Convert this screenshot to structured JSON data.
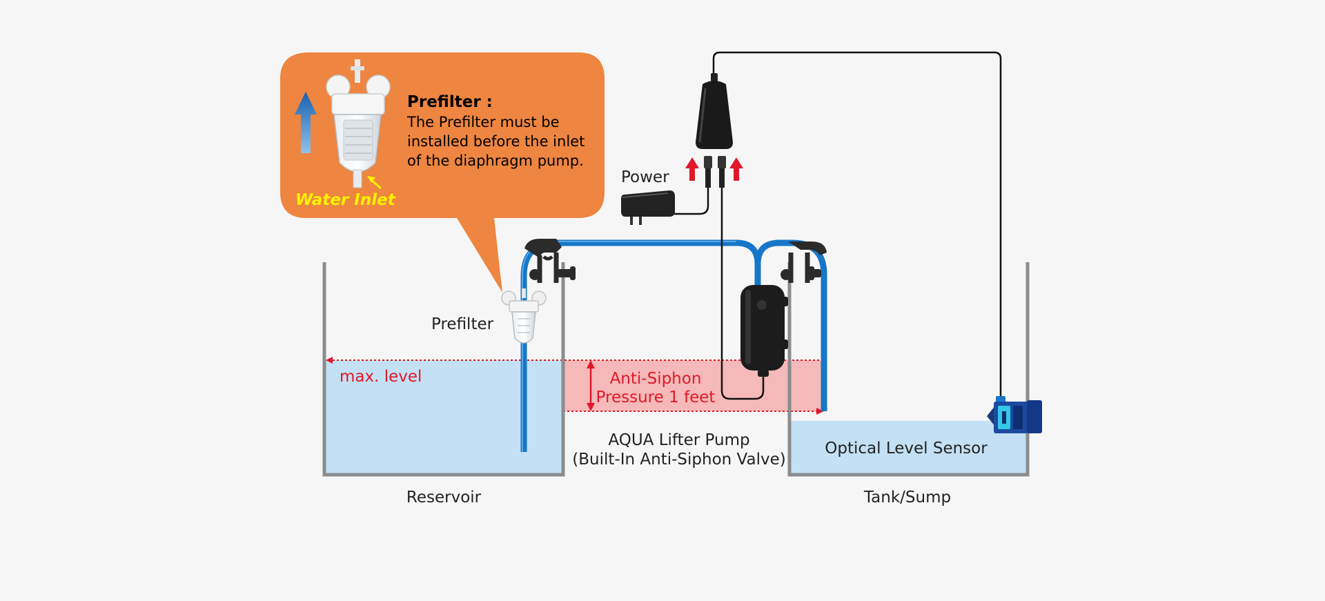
{
  "labels": {
    "power": "Power",
    "prefilter": "Prefilter",
    "max_level": "max. level",
    "anti_siphon_line1": "Anti-Siphon",
    "anti_siphon_line2": "Pressure 1 feet",
    "pump_line1": "AQUA Lifter Pump",
    "pump_line2": "(Built-In Anti-Siphon Valve)",
    "optical_sensor": "Optical Level Sensor",
    "reservoir": "Reservoir",
    "tank_sump": "Tank/Sump"
  },
  "callout": {
    "title": "Prefilter :",
    "line1": "The Prefilter must be",
    "line2": "installed before the inlet",
    "line3": "of the diaphragm pump.",
    "water_inlet": "Water Inlet"
  },
  "colors": {
    "background": "#f6f6f6",
    "callout": "#ee8540",
    "water": "#c3e0f4",
    "tube": "#1677c8",
    "anti_siphon_zone": "#f6b9b9",
    "red_marker": "#e0192a",
    "water_inlet_text": "#fff200"
  },
  "icons": [
    "up-arrow-icon",
    "prefilter-icon",
    "power-adapter-icon",
    "controller-icon",
    "pump-icon",
    "optical-sensor-icon",
    "clamp-icon"
  ]
}
